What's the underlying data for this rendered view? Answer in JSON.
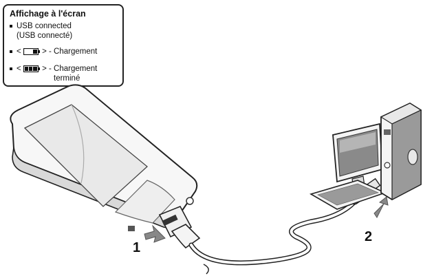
{
  "callout": {
    "title": "Affichage à l'écran",
    "item1_line1": "USB connected",
    "item1_line2": "(USB connecté)",
    "lt": "<",
    "item2_text": "> - Chargement",
    "item3_text": "> - Chargement",
    "item3_line2": "terminé",
    "icons": {
      "charging": "battery-charging-icon",
      "charged": "battery-full-icon"
    }
  },
  "steps": {
    "one": "1",
    "two": "2"
  },
  "colors": {
    "outline": "#222222",
    "accent": "#3a3a3a",
    "screen": "#e9e9e9"
  }
}
